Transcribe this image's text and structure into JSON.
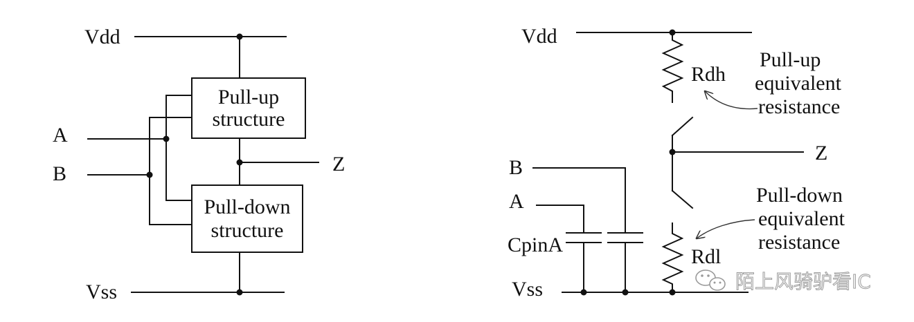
{
  "left_diagram": {
    "supply_label": "Vdd",
    "ground_label": "Vss",
    "input_a_label": "A",
    "input_b_label": "B",
    "output_label": "Z",
    "pull_up_box": [
      "Pull-up",
      "structure"
    ],
    "pull_down_box": [
      "Pull-down",
      "structure"
    ]
  },
  "right_diagram": {
    "supply_label": "Vdd",
    "ground_label": "Vss",
    "input_b_label": "B",
    "input_a_label": "A",
    "output_label": "Z",
    "capacitor_label": "CpinA",
    "pull_up_resistor_label": "Rdh",
    "pull_down_resistor_label": "Rdl",
    "pull_up_note": [
      "Pull-up",
      "equivalent",
      "resistance"
    ],
    "pull_down_note": [
      "Pull-down",
      "equivalent",
      "resistance"
    ]
  },
  "watermark": {
    "text": "陌上风骑驴看IC",
    "icon": "wechat-icon"
  },
  "colors": {
    "background": "#ffffff",
    "ink": "#111111",
    "watermark": "#9a9a9a"
  }
}
